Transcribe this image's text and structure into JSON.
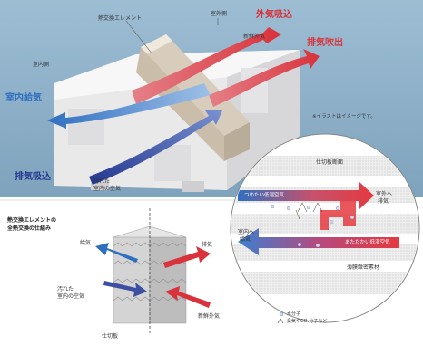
{
  "top_panel": {
    "element_label": "熱交換エレメント",
    "outdoor_side": "室外側",
    "indoor_side": "室内側",
    "fresh_outdoor_air": "新鮮外気",
    "outdoor_air_intake": "外気吸込",
    "exhaust_outlet": "排気吹出",
    "indoor_supply": "室内給気",
    "exhaust_intake": "排気吸込",
    "dirty_room_air_line1": "汚れた",
    "dirty_room_air_line2": "室内の空気",
    "illustration_note": "※イラストはイメージです。"
  },
  "bottom_panel": {
    "title_line1": "熱交換エレメントの",
    "title_line2": "全熱交換の仕組み",
    "supply": "給気",
    "exhaust": "排気",
    "dirty_room_air_line1": "汚れた",
    "dirty_room_air_line2": "室内の空気",
    "fresh_outdoor_air": "新鮮外気",
    "partition_plate": "仕切板"
  },
  "zoom_panel": {
    "partition_section": "仕切板断面",
    "cold_air": "つめたい低湿空気",
    "warm_air": "あたたかい低湿空気",
    "to_outdoor_line1": "室外へ",
    "to_outdoor_line2": "排気",
    "to_indoor_line1": "室内へ",
    "to_indoor_line2": "給気",
    "membrane_material": "薄膜緻密素材",
    "legend_water": "水分子",
    "legend_gas": "臭気やCO₂分子など"
  },
  "colors": {
    "cold": "#2f6fbf",
    "hot": "#d9323a",
    "navy": "#23378f",
    "sky": "#8fb2c9"
  }
}
